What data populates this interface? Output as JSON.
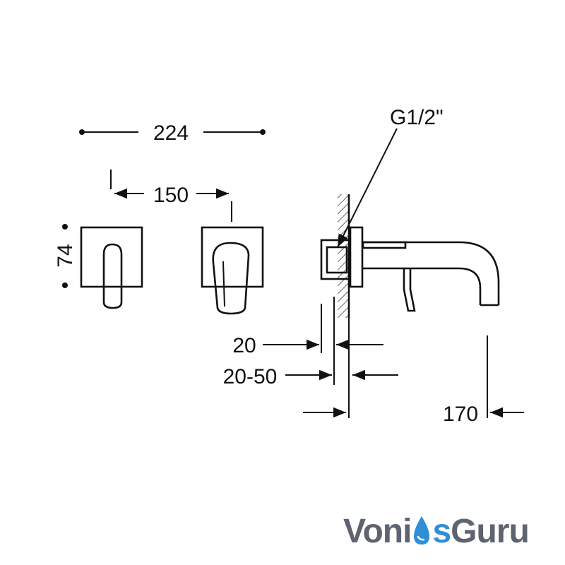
{
  "dimensions": {
    "overall_width": "224",
    "handle_spacing": "150",
    "height": "74",
    "wall_thickness_min": "20",
    "wall_thickness_range": "20-50",
    "spout_reach": "170",
    "thread": "G1/2\""
  },
  "watermark": {
    "part1": "Voni",
    "part2": "s",
    "part3": "Guru"
  },
  "colors": {
    "line": "#111111",
    "logo_gray": "#5d6470",
    "logo_blue": "#2f8fd6"
  }
}
